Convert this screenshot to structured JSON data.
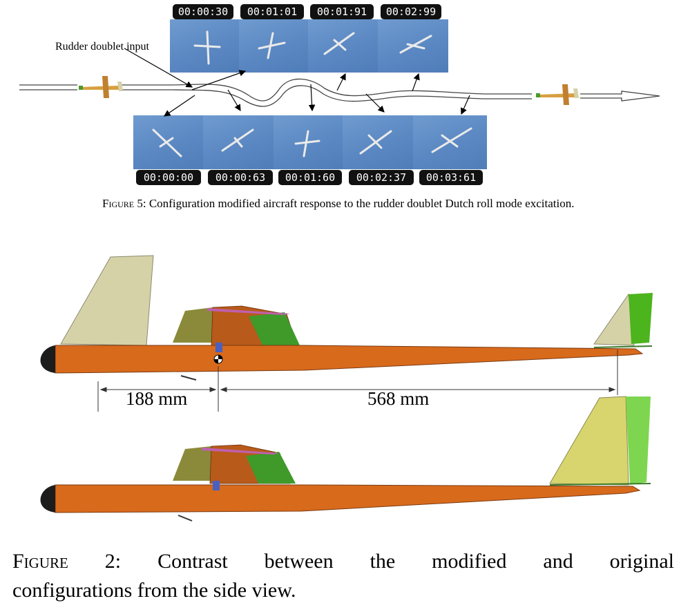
{
  "figure5": {
    "annotation": "Rudder doublet input",
    "top_timestamps": [
      "00:00:30",
      "00:01:01",
      "00:01:91",
      "00:02:99"
    ],
    "bottom_timestamps": [
      "00:00:00",
      "00:00:63",
      "00:01:60",
      "00:02:37",
      "00:03:61"
    ],
    "caption_prefix": "Figure",
    "caption_text": " 5: Configuration modified aircraft response to the rudder doublet Dutch roll mode excitation.",
    "colors": {
      "sky": "#5b88c2",
      "aircraft": "#e6e6e6"
    }
  },
  "figure2": {
    "dim_left": "188 mm",
    "dim_right": "568 mm",
    "caption_prefix": "Figure",
    "caption_words": [
      "2:",
      "Contrast",
      "between",
      "the",
      "modified",
      "and",
      "original"
    ],
    "caption_line2": "configurations from the side view.",
    "colors": {
      "fuselage": "#d86a1c",
      "canopy": "#8a8a3a",
      "tail_modified": "#d6d2a8",
      "tail_original": "#d8d56e",
      "rudder_modified": "#4cb41c",
      "rudder_original": "#7ed650"
    }
  }
}
